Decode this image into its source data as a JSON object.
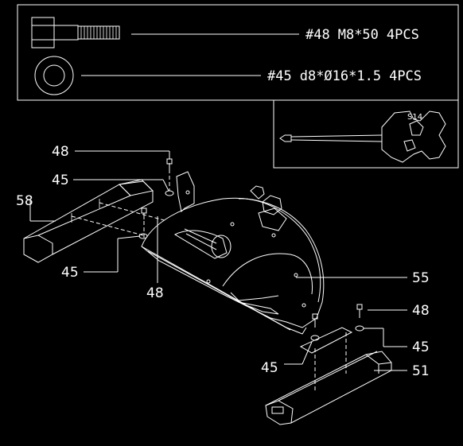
{
  "hardware_box": {
    "bolt": {
      "ref": "#48",
      "spec": "M8*50",
      "qty": "4PCS",
      "icon": "bolt-icon"
    },
    "washer": {
      "ref": "#45",
      "spec": "d8*Ø16*1.5",
      "qty": "4PCS",
      "icon": "washer-icon"
    }
  },
  "tool_box": {
    "wrench_label": "S14",
    "icon": "multi-wrench-screwdriver-icon"
  },
  "callouts": {
    "rear_bolt": "48",
    "rear_washer_top": "45",
    "rear_stabilizer": "58",
    "rear_washer_bottom": "45",
    "rear_bolt_bottom": "48",
    "main_frame": "55",
    "front_bolt": "48",
    "front_washer_right": "45",
    "front_washer_left": "45",
    "front_stabilizer": "51"
  },
  "colors": {
    "background": "#000000",
    "lines": "#ffffff"
  }
}
